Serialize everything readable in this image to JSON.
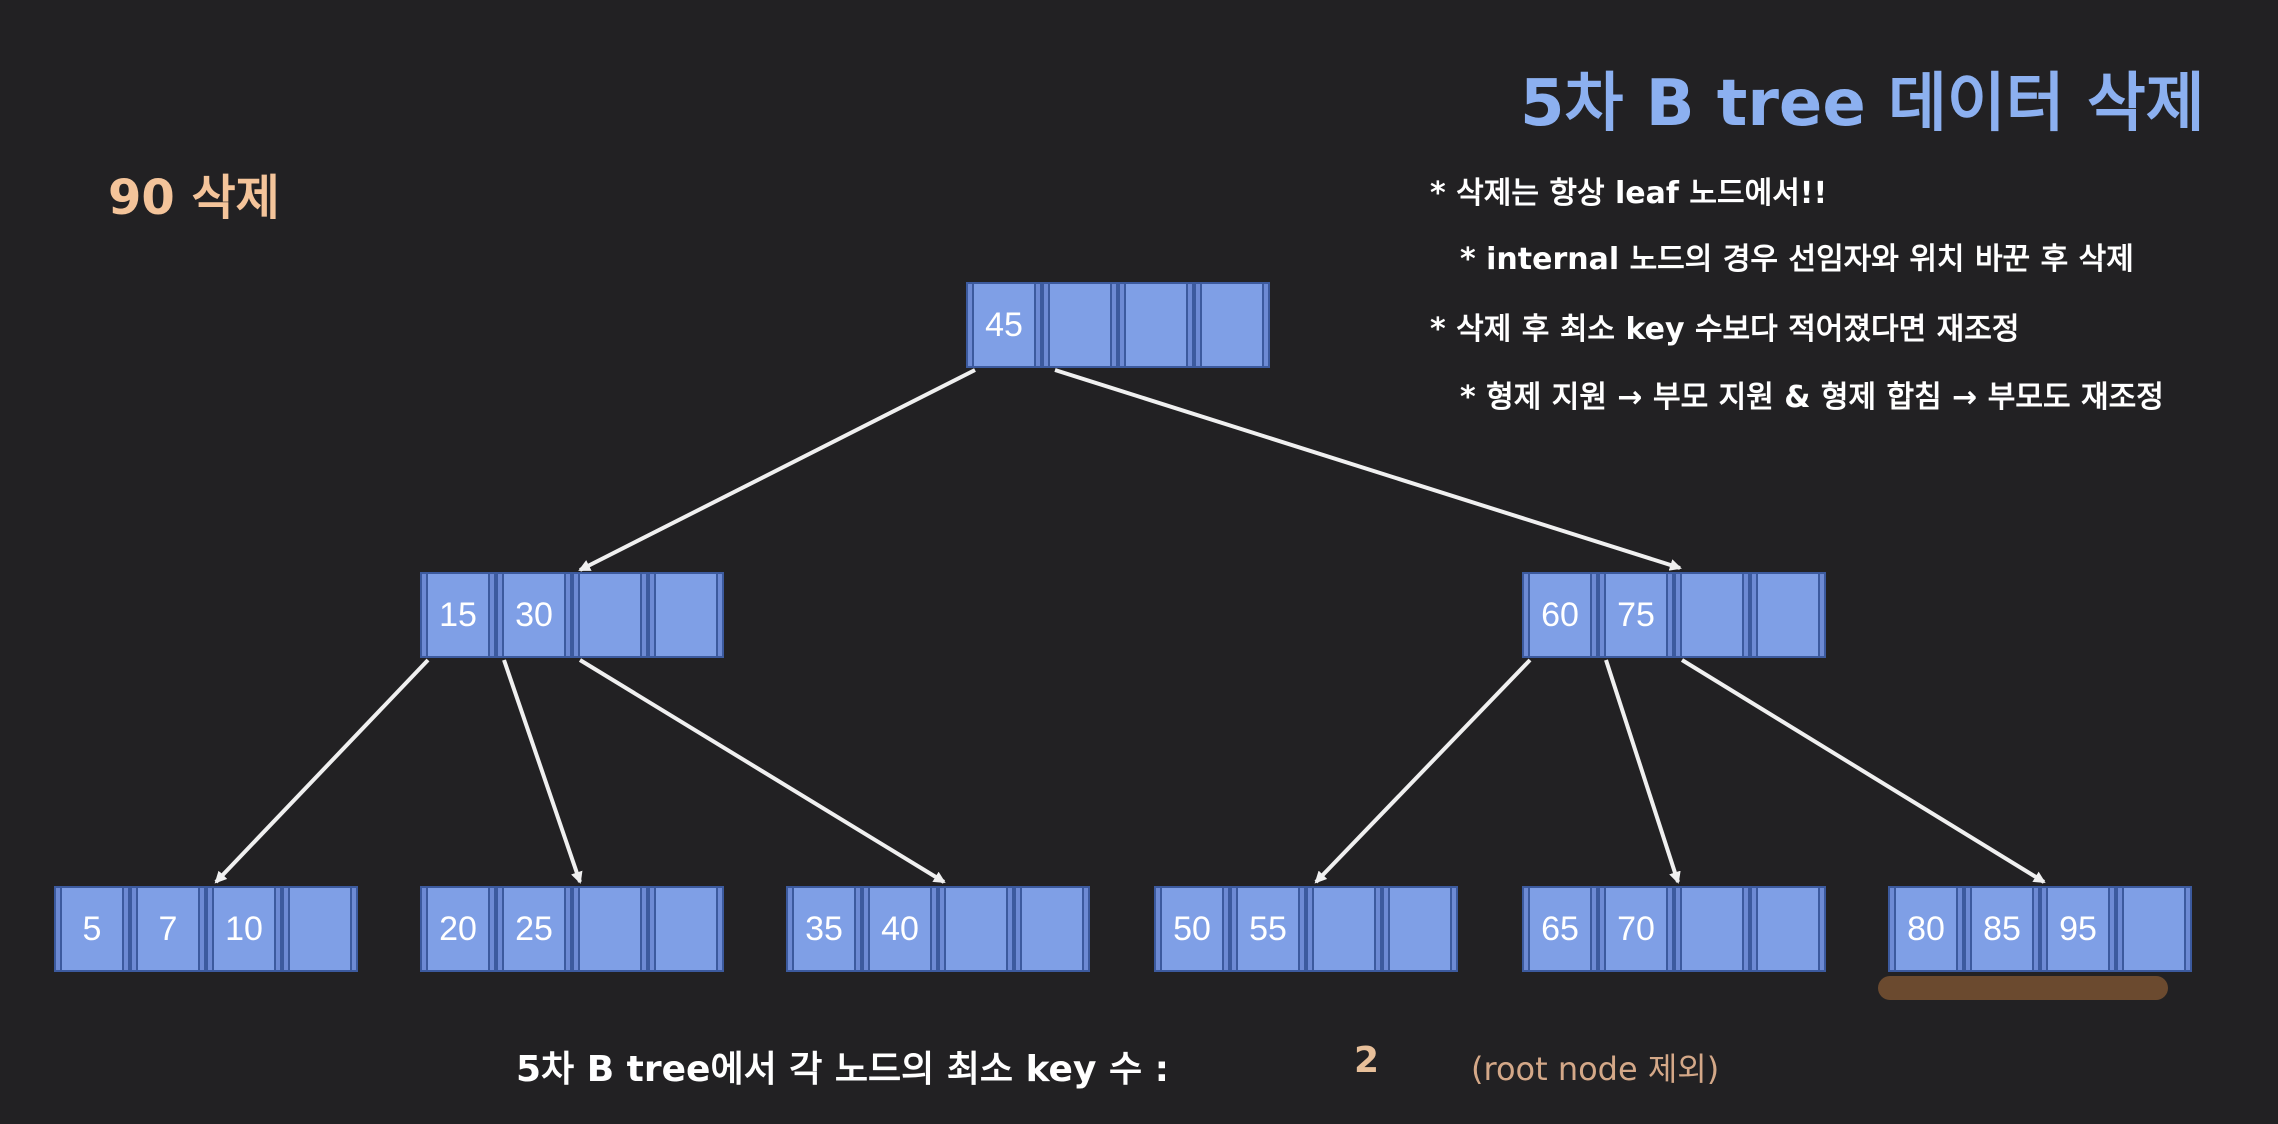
{
  "title": "5차 B tree 데이터 삭제",
  "operation": "90 삭제",
  "rules": [
    "* 삭제는 항상 leaf 노드에서!!",
    "* internal 노드의 경우 선임자와 위치 바꾼 후 삭제",
    "* 삭제 후 최소 key 수보다 적어졌다면 재조정",
    "* 형제 지원 → 부모 지원 & 형제 합침 → 부모도 재조정"
  ],
  "tree": {
    "root": [
      "45",
      "",
      "",
      ""
    ],
    "internal": [
      [
        "15",
        "30",
        "",
        ""
      ],
      [
        "60",
        "75",
        "",
        ""
      ]
    ],
    "leaves": [
      [
        "5",
        "7",
        "10",
        ""
      ],
      [
        "20",
        "25",
        "",
        ""
      ],
      [
        "35",
        "40",
        "",
        ""
      ],
      [
        "50",
        "55",
        "",
        ""
      ],
      [
        "65",
        "70",
        "",
        ""
      ],
      [
        "80",
        "85",
        "95",
        ""
      ]
    ]
  },
  "footer": {
    "label": "5차 B tree에서 각 노드의 최소 key 수 :",
    "value": "2",
    "note": "(root node 제외)"
  },
  "colors": {
    "background": "#222123",
    "node_fill": "#7f9fe6",
    "title": "#8cb0f0",
    "operation": "#f4c49a",
    "highlight": "#6b4a2f"
  }
}
